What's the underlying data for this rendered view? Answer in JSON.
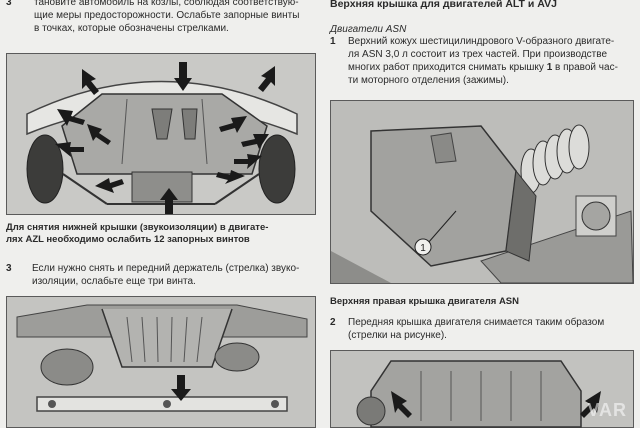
{
  "left": {
    "intro_step": "3",
    "intro_line1": "тановите автомобиль на козлы, соблюдая соответствую-",
    "intro_line2": "щие меры предосторожности. Ослабьте запорные винты",
    "intro_line3": "в точках, которые обозначены стрелками.",
    "fig1_caption_line1": "Для снятия нижней крышки (звукоизоляции) в двигате-",
    "fig1_caption_line2": "лях AZL необходимо ослабить 12 запорных винтов",
    "step3_num": "3",
    "step3_line1": "Если нужно снять и передний держатель (стрелка) звуко-",
    "step3_line2": "изоляции, ослабьте еще три винта."
  },
  "right": {
    "header": "Верхняя крышка для двигателей ALT и AVJ",
    "subhead": "Двигатели ASN",
    "step1_num": "1",
    "step1_line1": "Верхний кожух шестицилиндрового V-образного двигате-",
    "step1_line2": "ля ASN 3,0 л состоит из трех частей. При производстве",
    "step1_line3_a": "многих работ приходится снимать крышку ",
    "step1_line3_b": "1",
    "step1_line3_c": " в правой час-",
    "step1_line4": "ти моторного отделения (зажимы).",
    "fig2_callout": "1",
    "fig2_caption": "Верхняя правая крышка двигателя ASN",
    "step2_num": "2",
    "step2_line1": "Передняя крышка двигателя снимается таким образом",
    "step2_line2": "(стрелки на рисунке)."
  },
  "watermark": "VAR"
}
